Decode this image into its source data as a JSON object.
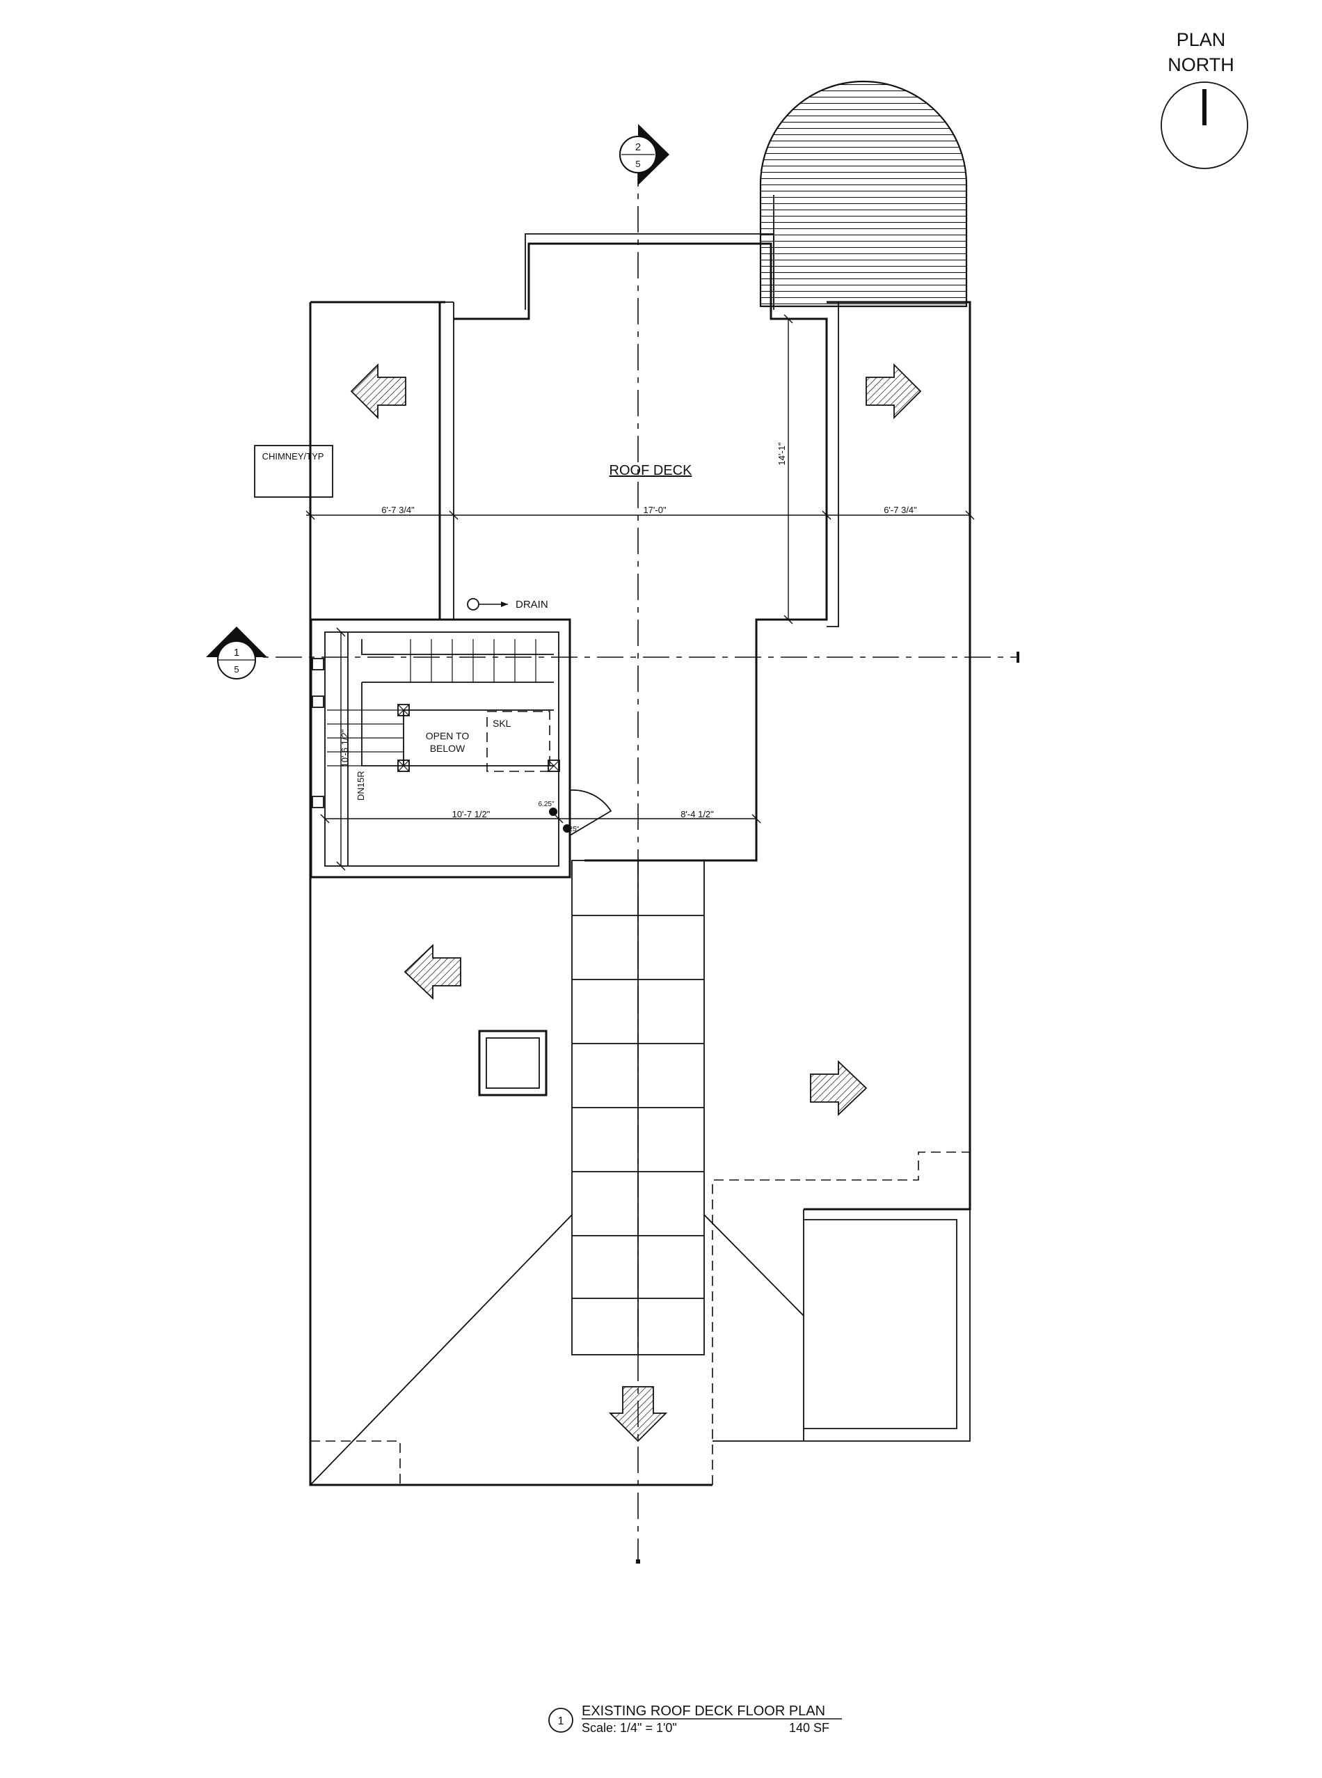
{
  "north_arrow": {
    "label_line1": "PLAN",
    "label_line2": "NORTH"
  },
  "section_markers": {
    "top": {
      "number": "2",
      "sheet": "5"
    },
    "left": {
      "number": "1",
      "sheet": "5"
    }
  },
  "rooms": {
    "roof_deck": "ROOF DECK",
    "chimney": "CHIMNEY/TYP",
    "open_below_line1": "OPEN TO",
    "open_below_line2": "BELOW",
    "skylight": "SKL",
    "drain": "DRAIN",
    "stair_note": "DN15R"
  },
  "dimensions": {
    "left_width": "6'-7 3/4\"",
    "deck_width": "17'-0\"",
    "right_width": "6'-7 3/4\"",
    "deck_depth": "14'-1\"",
    "stair_height": "10'-6 1/2\"",
    "stair_width": "10'-7 1/2\"",
    "stair_to_wall": "8'-4 1/2\"",
    "door_small_1": "6.25\"",
    "door_small_2": "25\""
  },
  "title_block": {
    "number": "1",
    "title": "EXISTING ROOF DECK FLOOR PLAN",
    "scale": "Scale:  1/4\" = 1'0\"",
    "area": "140 SF"
  }
}
